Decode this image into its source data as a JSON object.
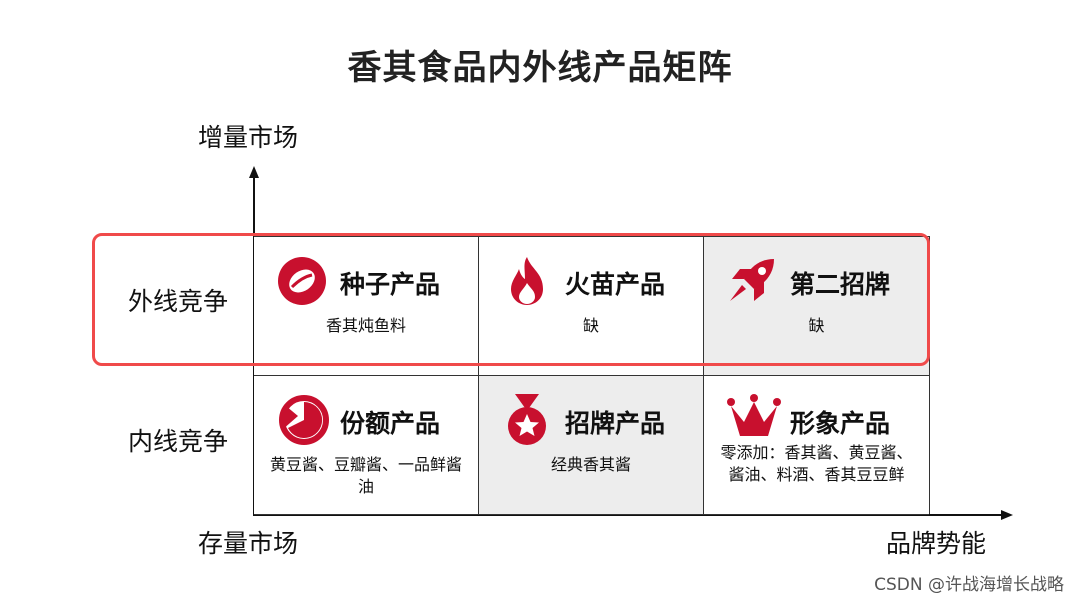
{
  "title": "香其食品内外线产品矩阵",
  "axes": {
    "y_top": "增量市场",
    "x_left": "存量市场",
    "x_right": "品牌势能"
  },
  "rows": [
    "外线竞争",
    "内线竞争"
  ],
  "cells": [
    {
      "title": "种子产品",
      "desc": "香其炖鱼料",
      "icon": "seed-icon"
    },
    {
      "title": "火苗产品",
      "desc": "缺",
      "icon": "flame-icon"
    },
    {
      "title": "第二招牌",
      "desc": "缺",
      "icon": "rocket-icon"
    },
    {
      "title": "份额产品",
      "desc": "黄豆酱、豆瓣酱、一品鲜酱油",
      "icon": "pie-icon"
    },
    {
      "title": "招牌产品",
      "desc": "经典香其酱",
      "icon": "medal-icon"
    },
    {
      "title": "形象产品",
      "desc": "零添加：香其酱、黄豆酱、酱油、料酒、香其豆豆鲜",
      "icon": "crown-icon"
    }
  ],
  "colors": {
    "accent": "#c8102e",
    "highlight": "#f04a4a",
    "shade": "#ededed"
  },
  "watermark": "CSDN @许战海增长战略"
}
